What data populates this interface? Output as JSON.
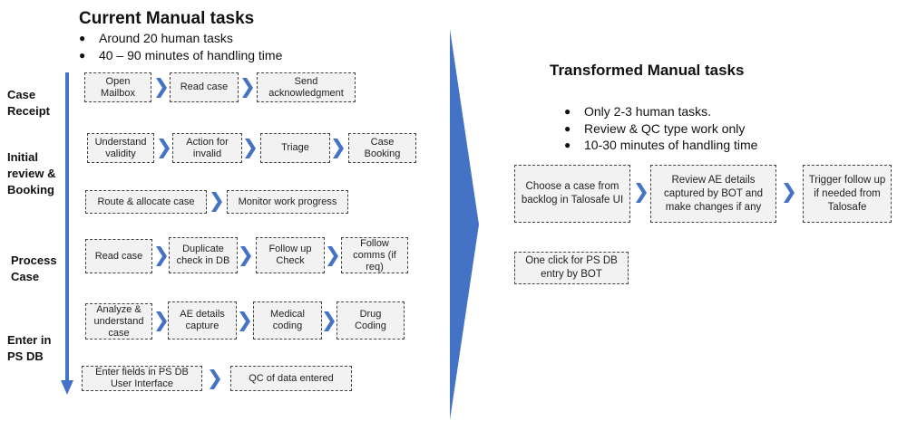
{
  "left": {
    "title": "Current Manual tasks",
    "bullets": [
      "Around 20 human tasks",
      "40 – 90 minutes of handling time"
    ],
    "stages": {
      "case_receipt": "Case\nReceipt",
      "initial_review": "Initial\nreview &\nBooking",
      "process_case": "Process\nCase",
      "enter_ps_db": "Enter in\nPS DB"
    },
    "tasks": {
      "open_mailbox": "Open\nMailbox",
      "read_case_1": "Read case",
      "send_ack": "Send\nacknowledgment",
      "understand_validity": "Understand\nvalidity",
      "action_invalid": "Action for\ninvalid",
      "triage": "Triage",
      "case_booking": "Case\nBooking",
      "route_allocate": "Route & allocate case",
      "monitor_progress": "Monitor work progress",
      "read_case_2": "Read case",
      "duplicate_check": "Duplicate\ncheck in DB",
      "follow_up_check": "Follow up\nCheck",
      "follow_comms": "Follow\ncomms (if\nreq)",
      "analyze_understand": "Analyze &\nunderstand\ncase",
      "ae_details": "AE details\ncapture",
      "medical_coding": "Medical\ncoding",
      "drug_coding": "Drug\nCoding",
      "enter_fields": "Enter fields in PS DB\nUser Interface",
      "qc_data": "QC of data entered"
    }
  },
  "right": {
    "title": "Transformed Manual tasks",
    "bullets": [
      "Only 2-3 human tasks.",
      "Review & QC type work only",
      "10-30 minutes of handling time"
    ],
    "tasks": {
      "choose_case": "Choose a case from\nbacklog in Talosafe UI",
      "review_ae": "Review AE details\ncaptured by BOT and\nmake changes if any",
      "trigger_follow": "Trigger follow up\nif needed from\nTalosafe",
      "one_click": "One click for PS DB\nentry by BOT"
    }
  },
  "colors": {
    "accent_blue": "#4472c4",
    "box_fill": "#f2f2f2",
    "box_border": "#444444"
  }
}
